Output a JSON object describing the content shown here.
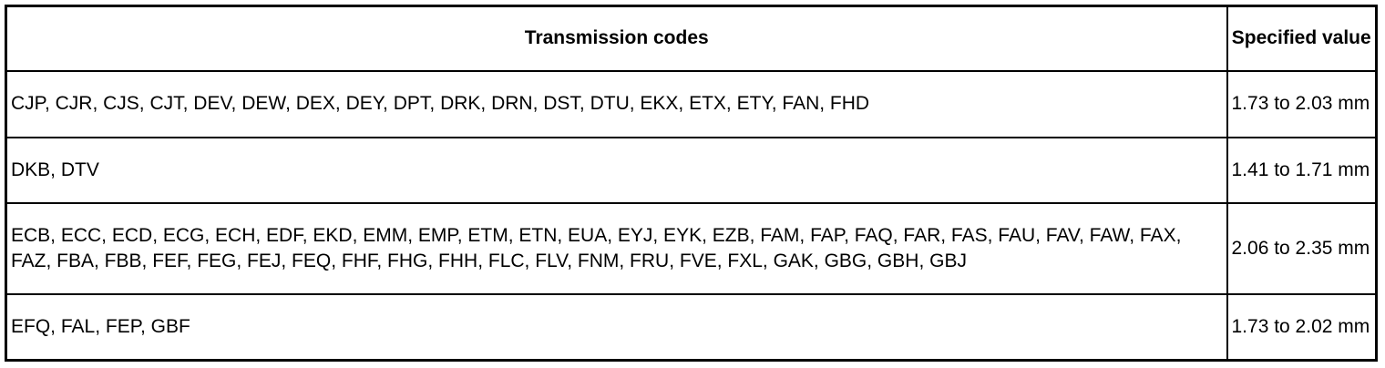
{
  "table": {
    "headers": {
      "codes": "Transmission codes",
      "value": "Specified value"
    },
    "rows": [
      {
        "codes": "CJP, CJR, CJS, CJT, DEV, DEW, DEX, DEY, DPT, DRK, DRN, DST, DTU, EKX, ETX, ETY, FAN, FHD",
        "value": "1.73 to 2.03 mm"
      },
      {
        "codes": "DKB, DTV",
        "value": "1.41 to 1.71 mm"
      },
      {
        "codes": "ECB, ECC, ECD, ECG, ECH, EDF, EKD, EMM, EMP, ETM, ETN, EUA, EYJ, EYK, EZB, FAM, FAP, FAQ, FAR, FAS, FAU, FAV, FAW, FAX, FAZ, FBA, FBB, FEF, FEG, FEJ, FEQ, FHF, FHG, FHH, FLC, FLV, FNM, FRU, FVE, FXL, GAK, GBG, GBH, GBJ",
        "value": "2.06 to 2.35 mm"
      },
      {
        "codes": "EFQ, FAL, FEP, GBF",
        "value": "1.73 to 2.02 mm"
      }
    ]
  }
}
